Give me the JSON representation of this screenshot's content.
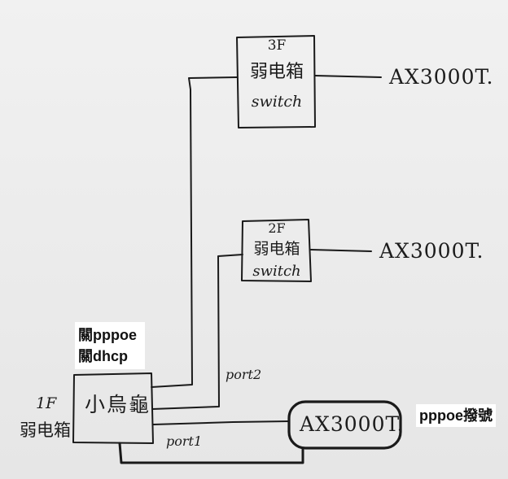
{
  "nodes": {
    "box_3f": {
      "floor": "3F",
      "cabinet": "弱电箱",
      "device": "switch"
    },
    "box_2f": {
      "floor": "2F",
      "cabinet": "弱电箱",
      "device": "switch"
    },
    "main_router": {
      "label": "小烏龜"
    },
    "floor_1f": {
      "floor": "1F",
      "cabinet": "弱电箱"
    },
    "router_3f": {
      "label": "AX3000T."
    },
    "router_2f": {
      "label": "AX3000T."
    },
    "router_1f": {
      "label": "AX3000T."
    }
  },
  "edges": {
    "port2": "port2",
    "port1": "port1"
  },
  "notes": {
    "main_line1": "關pppoe",
    "main_line2": "關dhcp",
    "ax1f": "pppoe撥號"
  }
}
